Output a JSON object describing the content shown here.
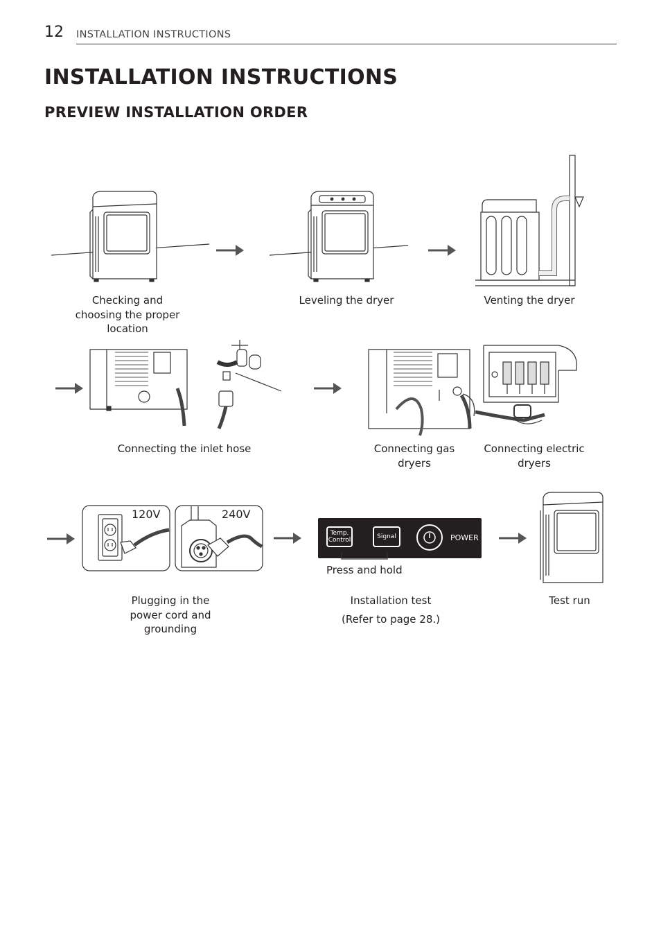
{
  "header": {
    "page_number": "12",
    "running_title": "INSTALLATION INSTRUCTIONS"
  },
  "title": "INSTALLATION INSTRUCTIONS",
  "subtitle": "PREVIEW INSTALLATION ORDER",
  "steps": {
    "location": "Checking and choosing the proper location",
    "leveling": "Leveling the dryer",
    "venting": "Venting the dryer",
    "inlet_hose": "Connecting the inlet hose",
    "gas": "Connecting gas dryers",
    "electric": "Connecting electric dryers",
    "power_cord": "Plugging in the power cord and grounding",
    "install_test": "Installation test",
    "install_test_ref": "(Refer to page 28.)",
    "test_run": "Test run"
  },
  "labels": {
    "v120": "120V",
    "v240": "240V",
    "temp_control_line1": "Temp.",
    "temp_control_line2": "Control",
    "signal": "Signal",
    "power": "POWER",
    "press_hold": "Press and hold"
  }
}
